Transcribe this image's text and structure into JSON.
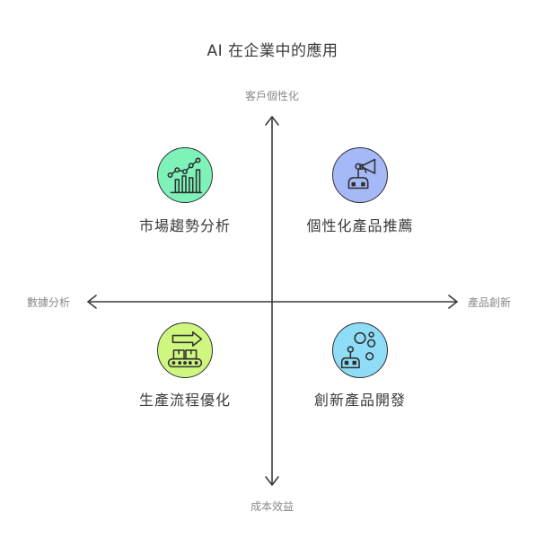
{
  "title": "AI 在企業中的應用",
  "axes": {
    "top": "客戶個性化",
    "bottom": "成本效益",
    "left": "數據分析",
    "right": "產品創新"
  },
  "quadrants": {
    "top_left": {
      "label": "市場趨勢分析",
      "icon": "trend-chart-icon",
      "color": "#7ef2b8"
    },
    "top_right": {
      "label": "個性化產品推薦",
      "icon": "robot-megaphone-icon",
      "color": "#a5b8f7"
    },
    "bottom_left": {
      "label": "生產流程優化",
      "icon": "conveyor-belt-icon",
      "color": "#cff77f"
    },
    "bottom_right": {
      "label": "創新產品開發",
      "icon": "robot-bubbles-icon",
      "color": "#8edcf5"
    }
  }
}
